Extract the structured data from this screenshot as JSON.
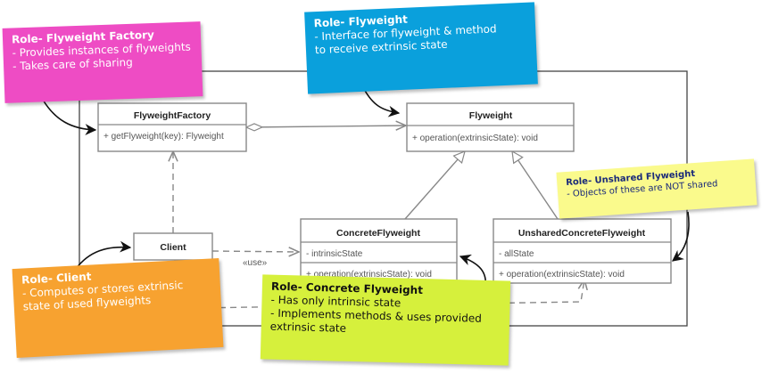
{
  "classes": {
    "flyweight_factory": {
      "name": "FlyweightFactory",
      "members": [
        "+  getFlyweight(key): Flyweight"
      ]
    },
    "flyweight": {
      "name": "Flyweight",
      "members": [
        "+  operation(extrinsicState): void"
      ]
    },
    "client": {
      "name": "Client"
    },
    "concrete_flyweight": {
      "name": "ConcreteFlyweight",
      "attributes": [
        "-  intrinsicState"
      ],
      "operations": [
        "+  operation(extrinsicState): void"
      ]
    },
    "unshared_concrete_flyweight": {
      "name": "UnsharedConcreteFlyweight",
      "attributes": [
        "-  allState"
      ],
      "operations": [
        "+  operation(extrinsicState): void"
      ]
    }
  },
  "use_label": "«use»",
  "notes": {
    "factory": {
      "role": "Role- Flyweight Factory",
      "lines": [
        "- Provides instances of flyweights",
        "- Takes care of sharing"
      ],
      "color": "#ee4cc4"
    },
    "flyweight": {
      "role": "Role- Flyweight",
      "lines": [
        "- Interface for flyweight & method",
        "to receive extrinsic state"
      ],
      "color": "#0aa0dc"
    },
    "unshared": {
      "role": "Role- Unshared Flyweight",
      "lines": [
        "- Objects of these are NOT shared"
      ],
      "color": "#fafa8c"
    },
    "client": {
      "role": "Role- Client",
      "lines": [
        "- Computes or stores extrinsic state of used flyweights"
      ],
      "color": "#f7a230"
    },
    "concrete": {
      "role": "Role- Concrete Flyweight",
      "lines": [
        "-     Has only intrinsic state",
        "-     Implements methods & uses provided extrinsic state"
      ],
      "color": "#d6f03c"
    }
  }
}
